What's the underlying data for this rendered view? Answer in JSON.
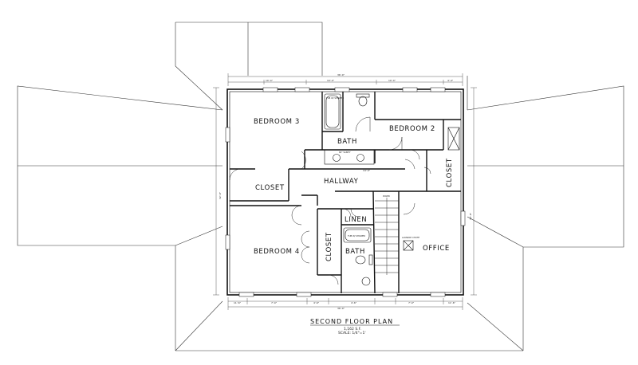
{
  "plan": {
    "title": "SECOND FLOOR PLAN",
    "area": "1,162 S.F.",
    "scale": "SCALE: 1/4\"=1'",
    "rooms": {
      "bedroom3": "BEDROOM 3",
      "bedroom2": "BEDROOM 2",
      "bedroom4": "BEDROOM 4",
      "bath_upper": "BATH",
      "bath_lower": "BATH",
      "closet_main": "CLOSET",
      "closet_right": "CLOSET",
      "closet_lower": "CLOSET",
      "hallway": "HALLWAY",
      "linen": "LINEN",
      "office": "OFFICE"
    },
    "fixtures": {
      "shower": "TUB W/ SHOWER",
      "tub_lower": "TUB W/ SHOWER",
      "vanity": "60\" VANITY",
      "laundry": "LAUNDRY CHUTE",
      "down": "DOWN"
    },
    "dims": {
      "overall": "36'-0\"",
      "top1": "10'-4\"",
      "top2": "10'-4\"",
      "top3": "10'-4\"",
      "top4": "4'-4\"",
      "bot1": "11'-6\"",
      "bot2": "7'-0\"",
      "bot3": "4'-6\"",
      "bot4": "4'-6\"",
      "bot5": "7'-0\"",
      "bot6": "11'-6\"",
      "side": "32'-0\"",
      "hall": "14'-0\""
    }
  }
}
